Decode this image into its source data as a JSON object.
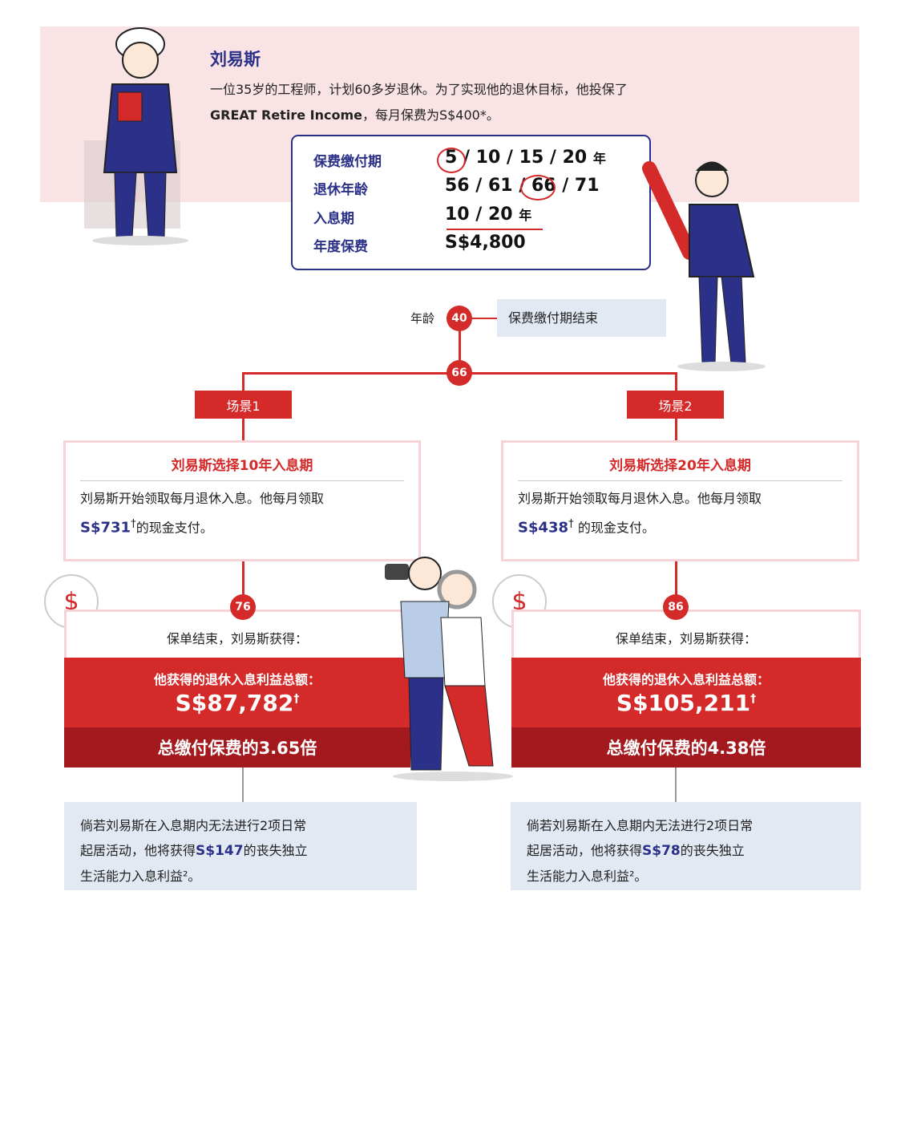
{
  "profile": {
    "name": "刘易斯",
    "desc_line1": "一位35岁的工程师，计划60多岁退休。为了实现他的退休目标，他投保了",
    "product": "GREAT Retire Income",
    "desc_line2_rest": "，每月保费为S$400*。"
  },
  "table": {
    "rows": [
      {
        "label": "保费缴付期",
        "value": "5 / 10 / 15 / 20",
        "unit": "年"
      },
      {
        "label": "退休年龄",
        "value": "56 / 61 / 66 / 71",
        "unit": ""
      },
      {
        "label": "入息期",
        "value": "10 / 20",
        "unit": "年"
      },
      {
        "label": "年度保费",
        "value": "S$4,800",
        "unit": ""
      }
    ]
  },
  "timeline": {
    "age_label": "年龄",
    "age_start": "40",
    "age_start_note": "保费缴付期结束",
    "age_retire": "66"
  },
  "scenarios": [
    {
      "tag": "场景1",
      "title": "刘易斯选择10年入息期",
      "text1": "刘易斯开始领取每月退休入息。他每月领取",
      "amount": "S$731",
      "dagger": "†",
      "text2": "的现金支付。",
      "end_age": "76",
      "end_text": "保单结束，刘易斯获得：",
      "total_label": "他获得的退休入息利益总额：",
      "total": "S$87,782",
      "multiple": "总缴付保费的3.65倍",
      "note1": "倘若刘易斯在入息期内无法进行2项日常",
      "note2a": "起居活动，他将获得",
      "note_amount": "S$147",
      "note2b": "的丧失独立",
      "note3": "生活能力入息利益²。"
    },
    {
      "tag": "场景2",
      "title": "刘易斯选择20年入息期",
      "text1": "刘易斯开始领取每月退休入息。他每月领取",
      "amount": "S$438",
      "dagger": "†",
      "text2": " 的现金支付。",
      "end_age": "86",
      "end_text": "保单结束，刘易斯获得：",
      "total_label": "他获得的退休入息利益总额：",
      "total": "S$105,211",
      "multiple": "总缴付保费的4.38倍",
      "note1": "倘若刘易斯在入息期内无法进行2项日常",
      "note2a": "起居活动，他将获得",
      "note_amount": "S$78",
      "note2b": "的丧失独立",
      "note3": "生活能力入息利益²。"
    }
  ],
  "colors": {
    "navy": "#2b3188",
    "red": "#d42a2a",
    "dark_red": "#a3191e",
    "pink": "#f9e3e5",
    "light_blue": "#e3e9f3"
  }
}
